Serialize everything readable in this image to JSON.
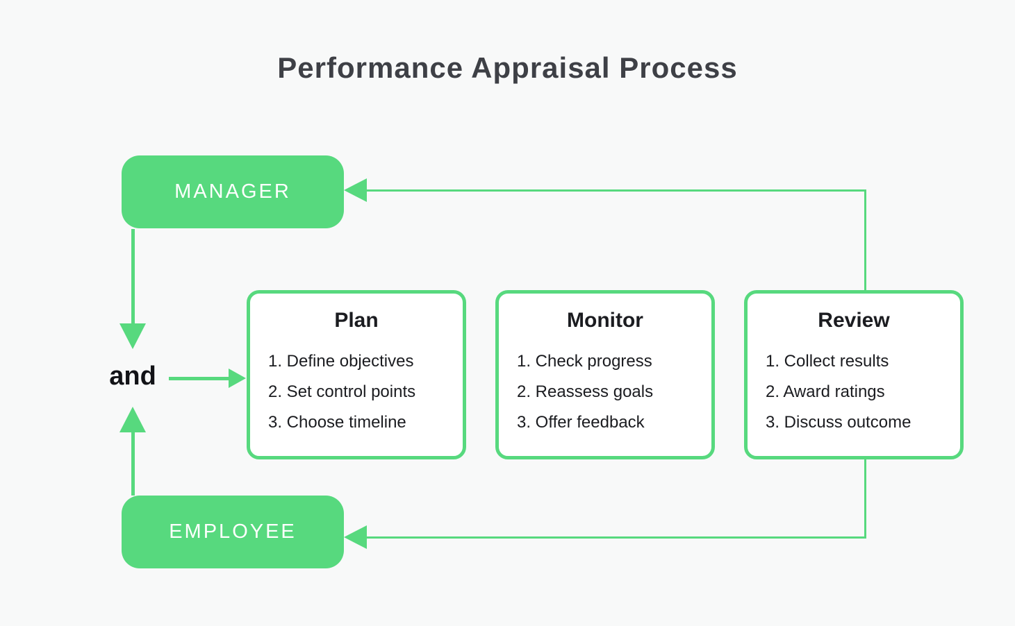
{
  "title": "Performance Appraisal Process",
  "actors": {
    "manager": {
      "label": "MANAGER"
    },
    "employee": {
      "label": "EMPLOYEE"
    }
  },
  "connector_label": "and",
  "stages": [
    {
      "title": "Plan",
      "items": [
        "1. Define objectives",
        "2. Set control points",
        "3. Choose timeline"
      ]
    },
    {
      "title": "Monitor",
      "items": [
        "1. Check progress",
        "2. Reassess goals",
        "3. Offer feedback"
      ]
    },
    {
      "title": "Review",
      "items": [
        "1. Collect results",
        "2. Award ratings",
        "3. Discuss outcome"
      ]
    }
  ],
  "colors": {
    "accent_green": "#57d97e",
    "background": "#f8f9f9",
    "actor_text": "#ffffff",
    "heading_text": "#3e4046",
    "body_text": "#1b1c20"
  }
}
